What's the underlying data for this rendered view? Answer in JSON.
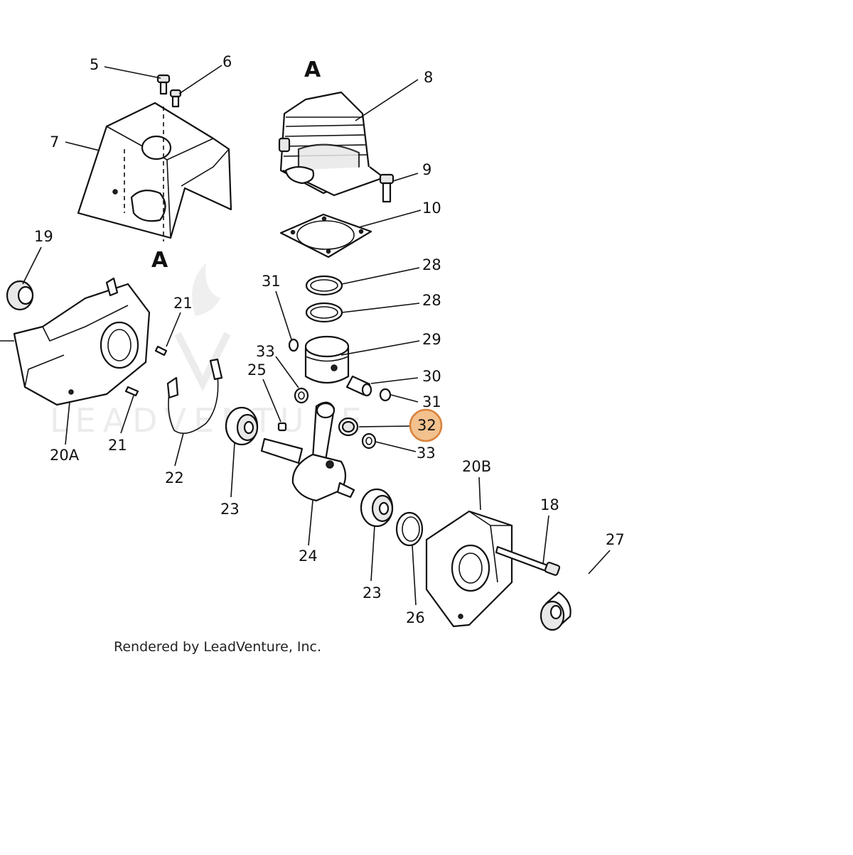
{
  "diagram": {
    "credit": "Rendered by LeadVenture, Inc.",
    "watermark": "LEADVENTURE",
    "highlight_color": "#f2c18e",
    "highlight_stroke": "#d9823b",
    "callouts": [
      {
        "id": "c5",
        "label": "5"
      },
      {
        "id": "c6",
        "label": "6"
      },
      {
        "id": "c7",
        "label": "7"
      },
      {
        "id": "cA1",
        "label": "A"
      },
      {
        "id": "c8",
        "label": "8"
      },
      {
        "id": "c9",
        "label": "9"
      },
      {
        "id": "c10",
        "label": "10"
      },
      {
        "id": "cA2",
        "label": "A"
      },
      {
        "id": "c19",
        "label": "19"
      },
      {
        "id": "c28a",
        "label": "28"
      },
      {
        "id": "c28b",
        "label": "28"
      },
      {
        "id": "c31a",
        "label": "31"
      },
      {
        "id": "c21a",
        "label": "21"
      },
      {
        "id": "c29",
        "label": "29"
      },
      {
        "id": "c33a",
        "label": "33"
      },
      {
        "id": "c25",
        "label": "25"
      },
      {
        "id": "c30",
        "label": "30"
      },
      {
        "id": "c31b",
        "label": "31"
      },
      {
        "id": "c32",
        "label": "32"
      },
      {
        "id": "c33b",
        "label": "33"
      },
      {
        "id": "c21b",
        "label": "21"
      },
      {
        "id": "c20A",
        "label": "20A"
      },
      {
        "id": "c22",
        "label": "22"
      },
      {
        "id": "c23a",
        "label": "23"
      },
      {
        "id": "c20B",
        "label": "20B"
      },
      {
        "id": "c18",
        "label": "18"
      },
      {
        "id": "c27",
        "label": "27"
      },
      {
        "id": "c24",
        "label": "24"
      },
      {
        "id": "c23b",
        "label": "23"
      },
      {
        "id": "c26",
        "label": "26"
      }
    ]
  }
}
